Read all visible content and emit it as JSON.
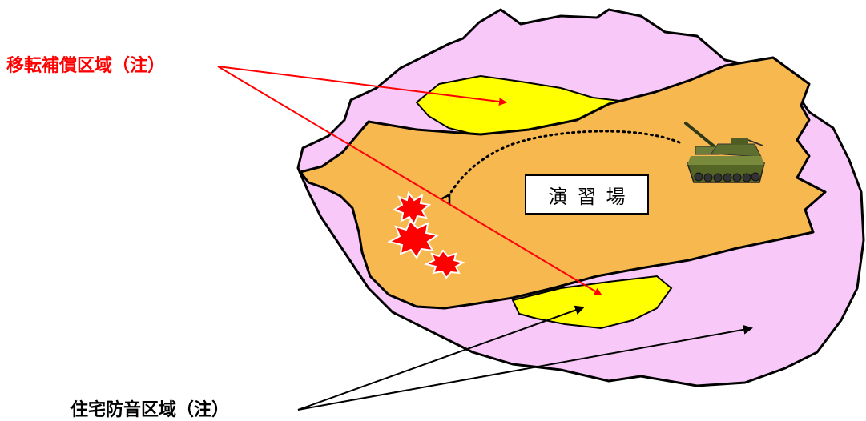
{
  "labels": {
    "relocation_zone": "移転補償区域（注）",
    "soundproof_zone": "住宅防音区域（注）",
    "training_area": "演習場"
  },
  "colors": {
    "soundproof_fill": "#f8c8f8",
    "training_fill": "#f8b850",
    "relocation_fill": "#ffff00",
    "relocation_arrow": "#ff0000",
    "soundproof_arrow": "#000000",
    "explosion": "#ff0000"
  },
  "icons": {
    "vehicle": "self-propelled-howitzer-icon",
    "impact": "explosion-icon"
  }
}
